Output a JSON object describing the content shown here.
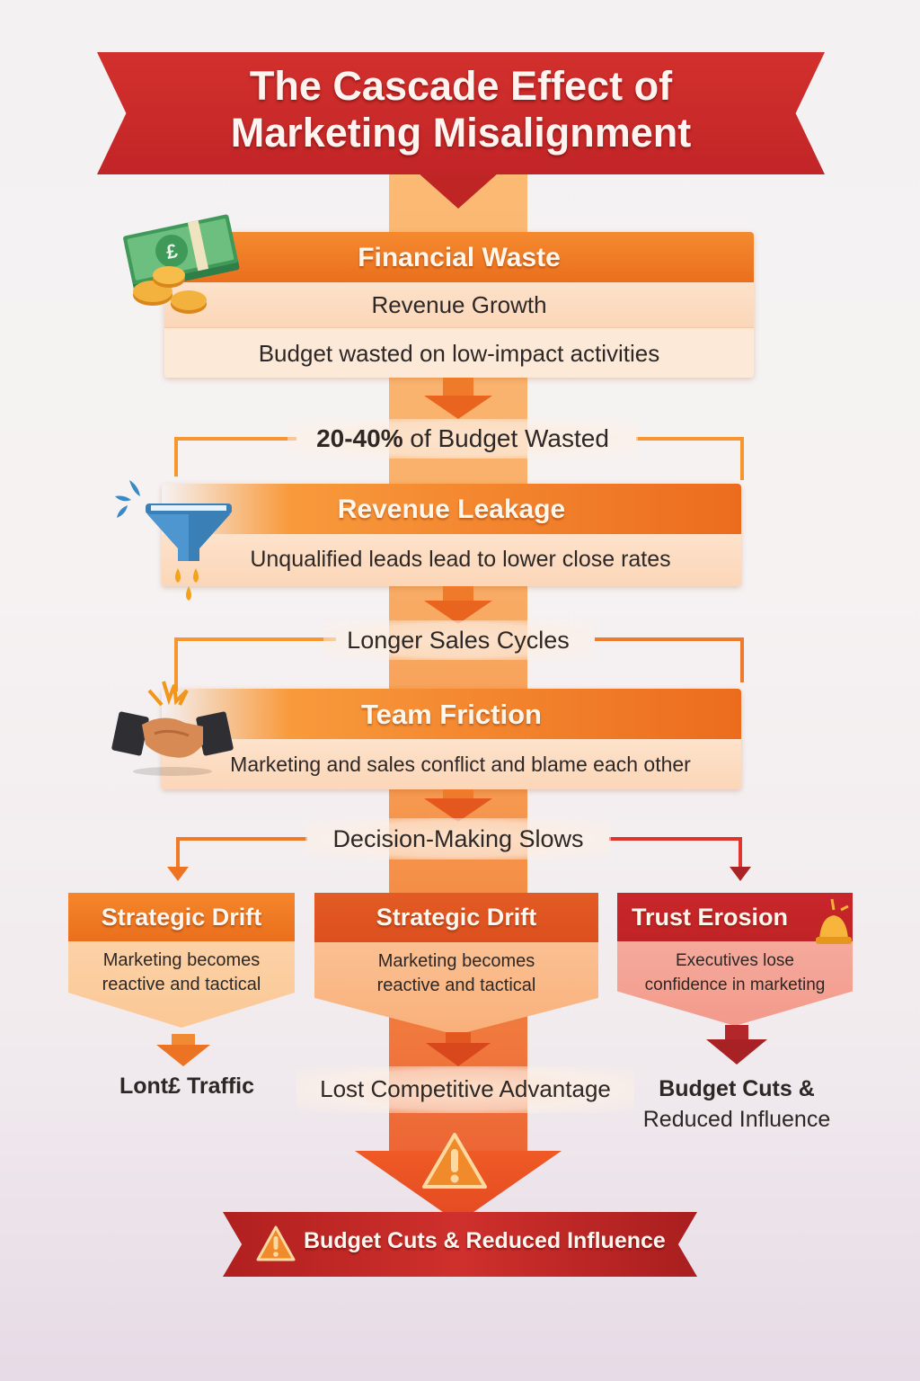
{
  "title": {
    "line1": "The Cascade Effect of",
    "line2": "Marketing Misalignment"
  },
  "steps": [
    {
      "icon": "money-stack-icon",
      "heading": "Financial Waste",
      "rows": [
        "Revenue Growth",
        "Budget wasted on low-impact activities"
      ]
    },
    {
      "icon": "leaking-funnel-icon",
      "heading": "Revenue Leakage",
      "rows": [
        "Unqualified leads lead to lower close rates"
      ]
    },
    {
      "icon": "handshake-clash-icon",
      "heading": "Team Friction",
      "rows": [
        "Marketing and sales conflict and blame each other"
      ]
    }
  ],
  "connectors": [
    {
      "prefix": "20-40%",
      "rest": " of Budget Wasted"
    },
    {
      "label": "Longer Sales Cycles"
    },
    {
      "label": "Decision-Making Slows"
    }
  ],
  "branches": [
    {
      "heading": "Strategic Drift",
      "line1": "Marketing becomes",
      "line2": "reactive and tactical",
      "outcome": "Lont£ Traffic"
    },
    {
      "heading": "Strategic Drift",
      "line1": "Marketing becomes",
      "line2": "reactive and tactical",
      "outcome": "Lost Competitive Advantage"
    },
    {
      "heading": "Trust Erosion",
      "icon": "alarm-bell-icon",
      "line1": "Executives lose",
      "line2": "confidence in marketing",
      "outcome_line1": "Budget Cuts &",
      "outcome_line2": "Reduced Influence"
    }
  ],
  "final": {
    "icon": "warning-triangle-icon",
    "label": "Budget Cuts & Reduced Influence"
  },
  "colors": {
    "banner_red": "#c62828",
    "card_orange": "#ef7a24",
    "card_light": "#fde2cb",
    "spine_orange": "#f9a85c",
    "bracket_orange": "#f7952f",
    "trust_red": "#c92a2a",
    "text_dark": "#2d2725"
  }
}
